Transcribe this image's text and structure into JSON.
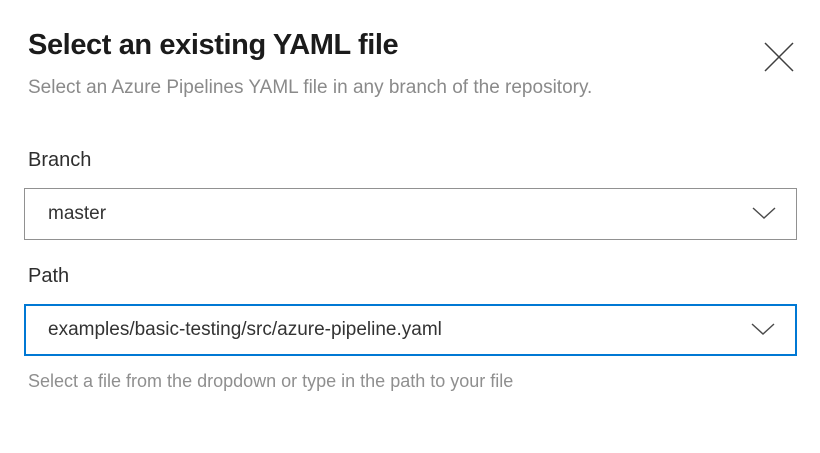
{
  "dialog": {
    "title": "Select an existing YAML file",
    "subtitle": "Select an Azure Pipelines YAML file in any branch of the repository."
  },
  "form": {
    "branch": {
      "label": "Branch",
      "value": "master"
    },
    "path": {
      "label": "Path",
      "value": "examples/basic-testing/src/azure-pipeline.yaml",
      "helper": "Select a file from the dropdown or type in the path to your file"
    }
  },
  "icons": {
    "close": "close-icon (thin X glyph)",
    "chevron": "chevron-down-icon (thin V glyph)"
  },
  "colors": {
    "accent_focus_border": "#0078d4",
    "dropdown_border": "#919191",
    "title_text": "#1b1b1b",
    "body_text": "#333333",
    "muted_text": "#8a8a8a",
    "background": "#ffffff"
  }
}
